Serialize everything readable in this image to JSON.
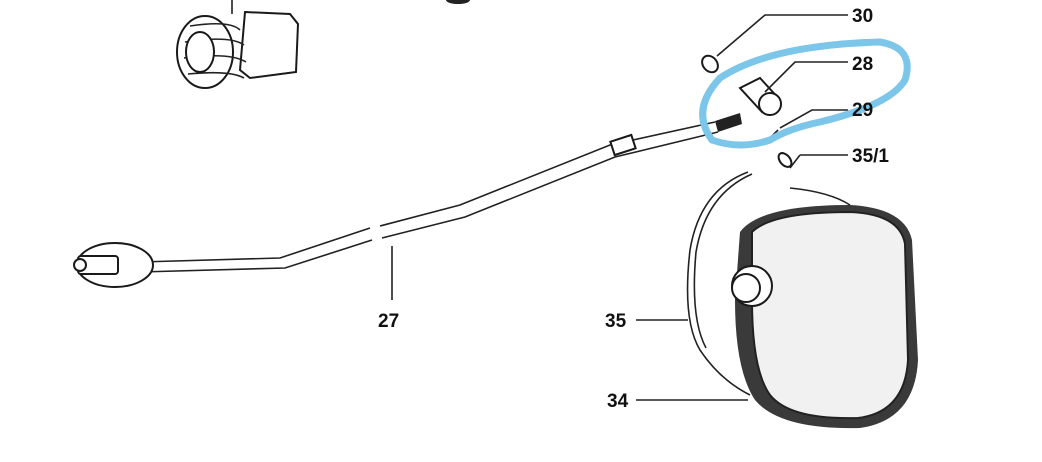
{
  "diagram": {
    "labels": {
      "p30": "30",
      "p28": "28",
      "p29": "29",
      "p35_1": "35/1",
      "p27": "27",
      "p35": "35",
      "p34": "34"
    },
    "highlight_color": "#7cc6ea"
  }
}
